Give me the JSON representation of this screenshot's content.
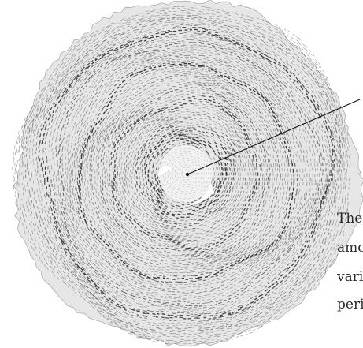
{
  "figure": {
    "description_lines": [
      "The s",
      "amon",
      "varie",
      "perio"
    ],
    "colors": {
      "ink": "#2a2a2a",
      "background": "#ffffff",
      "pointer": "#111111"
    }
  }
}
